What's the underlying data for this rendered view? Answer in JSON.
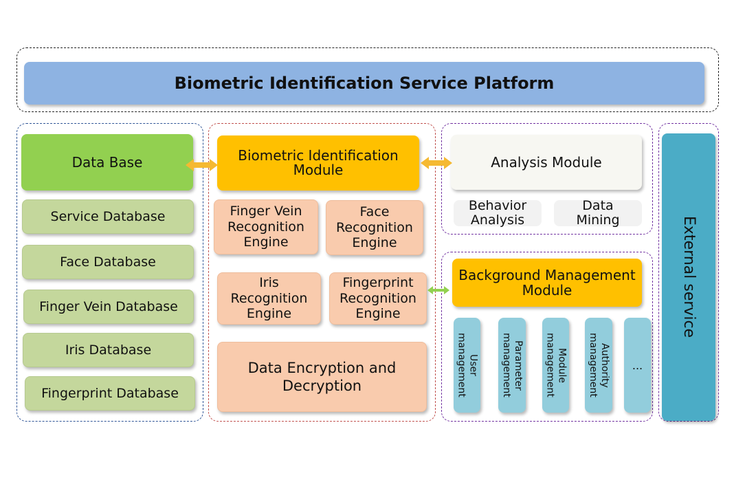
{
  "platform": {
    "title": "Biometric Identification Service Platform"
  },
  "database_group": {
    "header": "Data Base",
    "items": [
      "Service Database",
      "Face Database",
      "Finger Vein Database",
      "Iris Database",
      "Fingerprint Database"
    ]
  },
  "identification_group": {
    "header": "Biometric Identification\nModule",
    "engines": [
      "Finger Vein\nRecognition\nEngine",
      "Face\nRecognition\nEngine",
      "Iris\nRecognition\nEngine",
      "Fingerprint\nRecognition\nEngine"
    ],
    "encryption": "Data Encryption and\nDecryption"
  },
  "analysis_group": {
    "header": "Analysis Module",
    "items": [
      "Behavior\nAnalysis",
      "Data\nMining"
    ]
  },
  "management_group": {
    "header": "Background Management\nModule",
    "items": [
      "User\nmanagement",
      "Parameter\nmanagement",
      "Module\nmanagement",
      "Authority\nmanagement",
      "..."
    ]
  },
  "external": {
    "label": "External service"
  },
  "colors": {
    "platform_bar": "#8eb3e2",
    "database_header": "#92d050",
    "database_item": "#c4d79c",
    "module_header": "#ffc000",
    "engine": "#f9cbad",
    "management_item": "#92cddc",
    "external": "#4bacc6",
    "arrow": "#f5b932",
    "arrow_green": "#92d050"
  }
}
